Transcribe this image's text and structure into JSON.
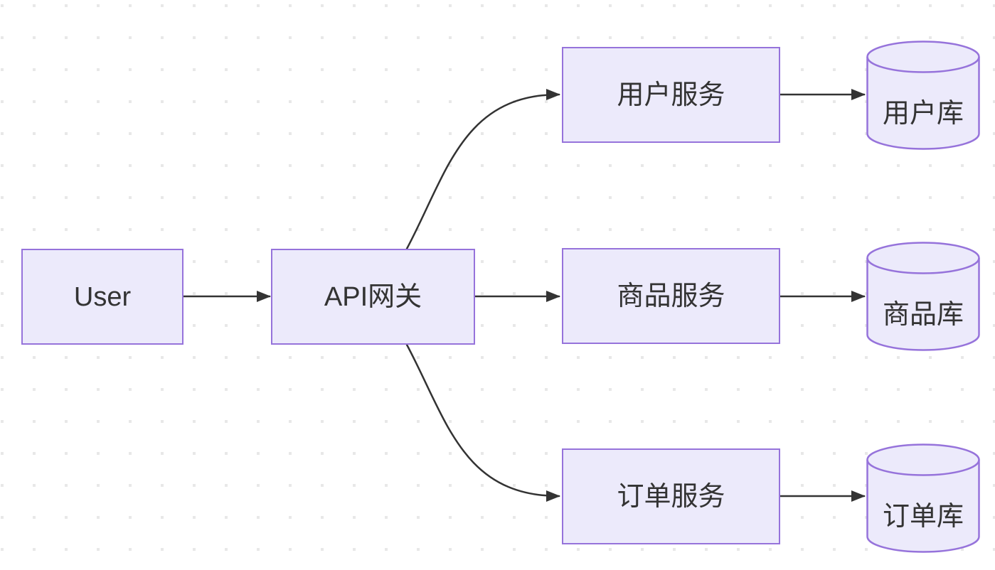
{
  "colors": {
    "background": "#FFFFFF",
    "dot": "#E8E8E8",
    "node-fill": "#ECEAFB",
    "node-border": "#9673DB",
    "arrow": "#333333",
    "text": "#333333"
  },
  "nodes": {
    "user": {
      "label": "User",
      "type": "rect"
    },
    "gateway": {
      "label": "API网关",
      "type": "rect"
    },
    "user-service": {
      "label": "用户服务",
      "type": "rect"
    },
    "product-service": {
      "label": "商品服务",
      "type": "rect"
    },
    "order-service": {
      "label": "订单服务",
      "type": "rect"
    },
    "user-db": {
      "label": "用户库",
      "type": "cylinder"
    },
    "product-db": {
      "label": "商品库",
      "type": "cylinder"
    },
    "order-db": {
      "label": "订单库",
      "type": "cylinder"
    }
  },
  "edges": [
    {
      "from": "user",
      "to": "gateway"
    },
    {
      "from": "gateway",
      "to": "user-service"
    },
    {
      "from": "gateway",
      "to": "product-service"
    },
    {
      "from": "gateway",
      "to": "order-service"
    },
    {
      "from": "user-service",
      "to": "user-db"
    },
    {
      "from": "product-service",
      "to": "product-db"
    },
    {
      "from": "order-service",
      "to": "order-db"
    }
  ]
}
